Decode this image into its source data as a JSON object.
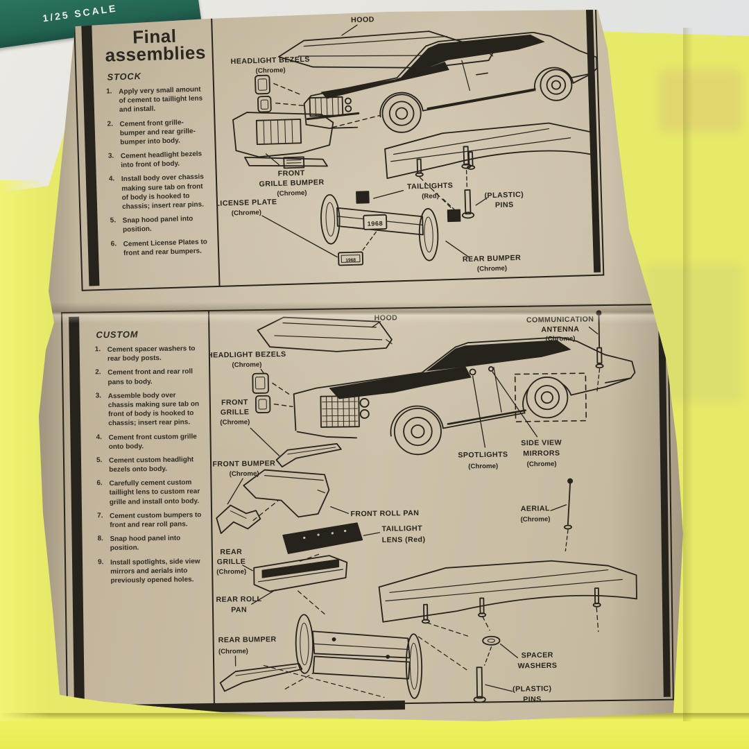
{
  "background": {
    "box_scale_text": "1/25 SCALE"
  },
  "colors": {
    "paper_tan": "#c9bca4",
    "yellow_paper": "#e7e968",
    "box_green": "#226352",
    "ink": "#26231d"
  },
  "stock_panel": {
    "title_l1": "Final",
    "title_l2": "assemblies",
    "heading": "STOCK",
    "steps": [
      {
        "n": "1.",
        "text": "Apply very small amount of cement to taillight lens and install."
      },
      {
        "n": "2.",
        "text": "Cement front grille-bumper and rear grille-bumper into body."
      },
      {
        "n": "3.",
        "text": "Cement headlight bezels into front of body."
      },
      {
        "n": "4.",
        "text": "Install body over chassis making sure tab on front of body is hooked to chassis; insert rear pins."
      },
      {
        "n": "5.",
        "text": "Snap hood panel into position."
      },
      {
        "n": "6.",
        "text": "Cement License Plates to front and rear bumpers."
      }
    ]
  },
  "custom_panel": {
    "heading": "CUSTOM",
    "steps": [
      {
        "n": "1.",
        "text": "Cement spacer washers to rear body posts."
      },
      {
        "n": "2.",
        "text": "Cement front and rear roll pans to body."
      },
      {
        "n": "3.",
        "text": "Assemble body over chassis making sure tab on front of body is hooked to chassis; insert rear pins."
      },
      {
        "n": "4.",
        "text": "Cement front custom grille onto body."
      },
      {
        "n": "5.",
        "text": "Cement custom headlight bezels onto body."
      },
      {
        "n": "6.",
        "text": "Carefully cement custom taillight lens to custom rear grille and install onto body."
      },
      {
        "n": "7.",
        "text": "Cement custom bumpers to front and rear roll pans."
      },
      {
        "n": "8.",
        "text": "Snap hood panel into position."
      },
      {
        "n": "9.",
        "text": "Install spotlights, side view mirrors and aerials into previously opened holes."
      }
    ]
  },
  "top_diagram": {
    "plate_text": "1968",
    "small_plate_text": "1968",
    "labels": {
      "hood": "HOOD",
      "headlight_bezels_l1": "HEADLIGHT BEZELS",
      "headlight_bezels_l2": "(Chrome)",
      "front_grille_bumper_l1": "FRONT",
      "front_grille_bumper_l2": "GRILLE BUMPER",
      "front_grille_bumper_l3": "(Chrome)",
      "license_plate_l1": "LICENSE PLATE",
      "license_plate_l2": "(Chrome)",
      "taillights_l1": "TAILLIGHTS",
      "taillights_l2": "(Red)",
      "plastic_pins_l1": "(PLASTIC)",
      "plastic_pins_l2": "PINS",
      "rear_bumper_l1": "REAR BUMPER",
      "rear_bumper_l2": "(Chrome)"
    }
  },
  "bottom_diagram": {
    "labels": {
      "hood": "HOOD",
      "comm_antenna_l1": "COMMUNICATION",
      "comm_antenna_l2": "ANTENNA",
      "comm_antenna_l3": "(Chrome)",
      "headlight_bezels_l1": "HEADLIGHT BEZELS",
      "headlight_bezels_l2": "(Chrome)",
      "front_grille_l1": "FRONT",
      "front_grille_l2": "GRILLE",
      "front_grille_l3": "(Chrome)",
      "front_bumper_l1": "FRONT BUMPER",
      "front_bumper_l2": "(Chrome)",
      "front_roll_pan": "FRONT ROLL PAN",
      "taillight_lens_l1": "TAILLIGHT",
      "taillight_lens_l2": "LENS (Red)",
      "rear_grille_l1": "REAR",
      "rear_grille_l2": "GRILLE",
      "rear_grille_l3": "(Chrome)",
      "rear_roll_pan_l1": "REAR ROLL",
      "rear_roll_pan_l2": "PAN",
      "spotlights_l1": "SPOTLIGHTS",
      "spotlights_l2": "(Chrome)",
      "side_view_mirrors_l1": "SIDE VIEW",
      "side_view_mirrors_l2": "MIRRORS",
      "side_view_mirrors_l3": "(Chrome)",
      "aerial_l1": "AERIAL",
      "aerial_l2": "(Chrome)",
      "rear_bumper_l1": "REAR BUMPER",
      "rear_bumper_l2": "(Chrome)",
      "spacer_washers_l1": "SPACER",
      "spacer_washers_l2": "WASHERS",
      "plastic_pins_l1": "(PLASTIC)",
      "plastic_pins_l2": "PINS"
    }
  }
}
